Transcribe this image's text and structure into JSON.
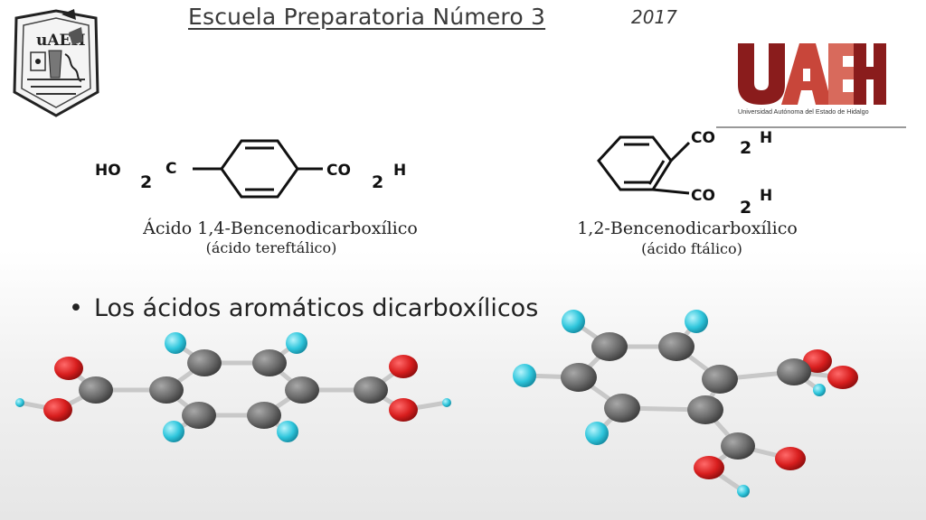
{
  "header": {
    "title": "Escuela Preparatoria Número 3",
    "year": "2017"
  },
  "logos": {
    "school_seal_text": "uAEH",
    "uaeh_mark": "UAEH",
    "uaeh_full_name": "Universidad Autónoma del Estado de Hidalgo"
  },
  "structures": {
    "tereftalico": {
      "left_group": [
        "HO",
        "2",
        "C"
      ],
      "right_group": [
        "CO",
        "2",
        "H"
      ],
      "name": "Ácido 1,4-Bencenodicarboxílico",
      "common_name": "(ácido tereftálico)"
    },
    "ftalico": {
      "top_group": [
        "CO",
        "2",
        "H"
      ],
      "bottom_group": [
        "CO",
        "2",
        "H"
      ],
      "name": "1,2-Bencenodicarboxílico",
      "common_name": "(ácido ftálico)"
    }
  },
  "bullet": {
    "marker": "•",
    "text": "Los ácidos aromáticos dicarboxílicos"
  },
  "colors": {
    "carbon": "#6b6b6b",
    "oxygen": "#d81e1e",
    "hydrogen": "#2fc6dc",
    "logo_red": "#c8463a",
    "logo_dark": "#8a1c1c"
  }
}
